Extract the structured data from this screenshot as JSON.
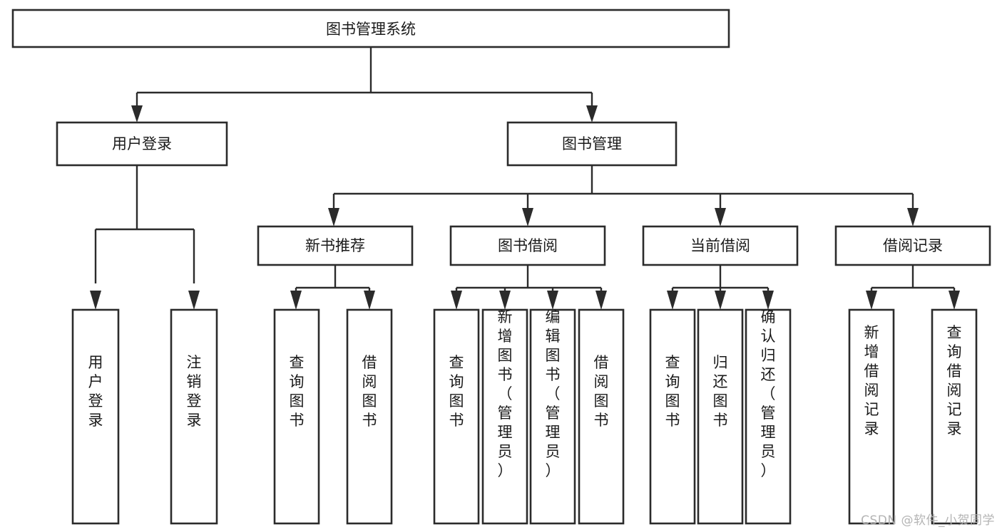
{
  "diagram": {
    "title": "图书管理系统",
    "type": "hierarchy-tree",
    "watermark": "CSDN @软件_小贺同学",
    "colors": {
      "box_stroke": "#2b2b2b",
      "box_fill": "#ffffff",
      "connector": "#2b2b2b",
      "text": "#1a1a1a",
      "background": "#ffffff",
      "watermark": "#b4b4b4"
    },
    "levels": {
      "root": {
        "label": "图书管理系统"
      },
      "level2": [
        {
          "label": "用户登录"
        },
        {
          "label": "图书管理"
        }
      ],
      "level3": [
        {
          "label": "新书推荐"
        },
        {
          "label": "图书借阅"
        },
        {
          "label": "当前借阅"
        },
        {
          "label": "借阅记录"
        }
      ],
      "leaves": {
        "user_login": [
          {
            "label": "用户登录"
          },
          {
            "label": "注销登录"
          }
        ],
        "new_book_recommend": [
          {
            "label": "查询图书"
          },
          {
            "label": "借阅图书"
          }
        ],
        "book_borrow": [
          {
            "label": "查询图书"
          },
          {
            "label": "新增图书（管理员）"
          },
          {
            "label": "编辑图书（管理员）"
          },
          {
            "label": "借阅图书"
          }
        ],
        "current_borrow": [
          {
            "label": "查询图书"
          },
          {
            "label": "归还图书"
          },
          {
            "label": "确认归还（管理员）"
          }
        ],
        "borrow_records": [
          {
            "label": "新增借阅记录"
          },
          {
            "label": "查询借阅记录"
          }
        ]
      }
    }
  }
}
